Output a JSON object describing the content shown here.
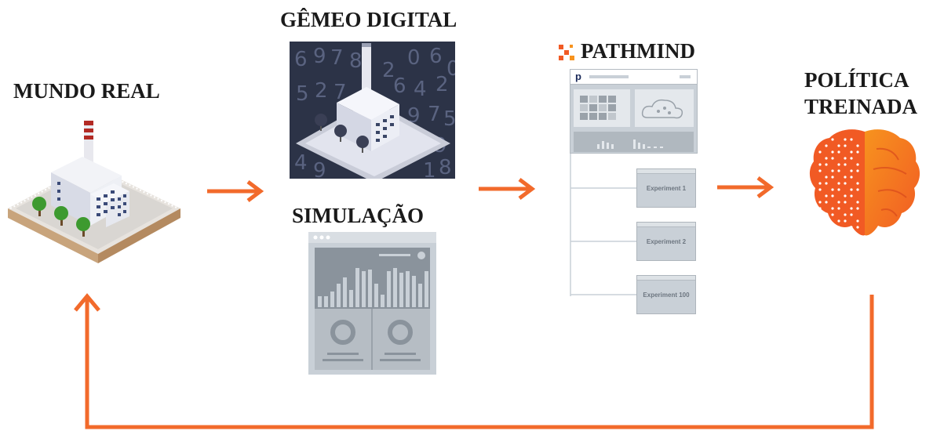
{
  "labels": {
    "mundo_real": "MUNDO REAL",
    "gemeo_digital": "GÊMEO DIGITAL",
    "simulacao": "SIMULAÇÃO",
    "pathmind": "PATHMIND",
    "politica_line1": "POLÍTICA",
    "politica_line2": "TREINADA"
  },
  "pathmind_app": {
    "logo_text": "p",
    "experiments": [
      "Experiment 1",
      "Experiment 2",
      "Experiment 100"
    ]
  },
  "digital_twin_digits": [
    "6",
    "9",
    "7",
    "8",
    "0",
    "6",
    "5",
    "2",
    "7",
    "6",
    "4",
    "2",
    "9",
    "7",
    "5",
    "4",
    "9",
    "4",
    "9",
    "1",
    "8",
    "0",
    "2"
  ],
  "colors": {
    "arrow": "#f26a2b",
    "feedback_line": "#f26a2b",
    "brain_left": "#f15a24",
    "brain_right": "#f7931e",
    "dark_panel": "#2c3347",
    "ui_gray": "#c9d0d7"
  },
  "icons": [
    "factory-icon",
    "digital-twin-image",
    "dashboard-icon",
    "pathmind-logo-icon",
    "brain-icon",
    "arrow-right-icon"
  ]
}
